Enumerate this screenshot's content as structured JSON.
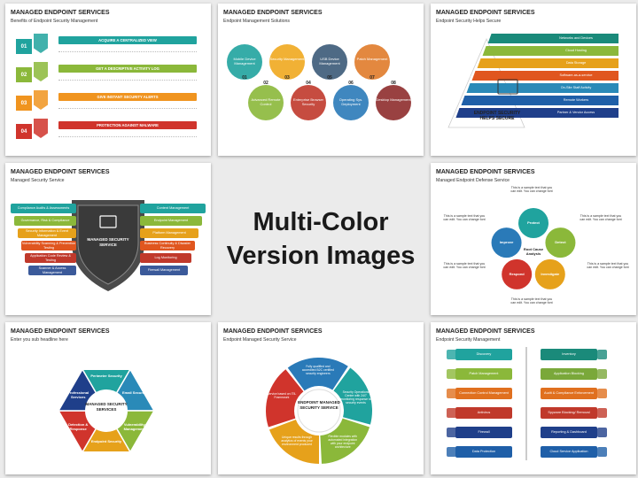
{
  "center": {
    "line1": "Multi-Color",
    "line2": "Version Images"
  },
  "main_title": "MANAGED ENDPOINT SERVICES",
  "c1": {
    "subtitle": "Benefits of Endpoint Security Management",
    "rows": [
      {
        "num": "01",
        "title": "ACQUIRE A CENTRALIZED VIEW",
        "color": "#20a39e"
      },
      {
        "num": "02",
        "title": "GET A DESCRIPTIVE ACTIVITY LOG",
        "color": "#8bb83a"
      },
      {
        "num": "03",
        "title": "GIVE INSTANT SECURITY ALERTS",
        "color": "#f0941f"
      },
      {
        "num": "04",
        "title": "PROTECTION AGAINST MALWARE",
        "color": "#d0342c"
      }
    ]
  },
  "c2": {
    "subtitle": "Endpoint Management Solutions",
    "top": [
      {
        "num": "01",
        "label": "Mobile Device Management",
        "color": "#20a39e"
      },
      {
        "num": "03",
        "label": "Security Management",
        "color": "#f0a81f"
      },
      {
        "num": "05",
        "label": "USB Device Management",
        "color": "#3b5a78"
      },
      {
        "num": "07",
        "label": "Patch Management",
        "color": "#e07b2a"
      }
    ],
    "bottom": [
      {
        "num": "02",
        "label": "Advanced Remote Control",
        "color": "#8bb83a"
      },
      {
        "num": "04",
        "label": "Enterprise Browser Security",
        "color": "#c0392b"
      },
      {
        "num": "06",
        "label": "Operating Sys. Deployment",
        "color": "#2a7ab8"
      },
      {
        "num": "08",
        "label": "Desktop Management",
        "color": "#8e2c2c"
      }
    ]
  },
  "c3": {
    "subtitle": "Endpoint Security Helps Secure",
    "center_label": "ENDPOINT SECURITY HELPS SECURE",
    "items": [
      {
        "num": "01",
        "label": "Networks and Devices",
        "color": "#1a8a7a"
      },
      {
        "num": "02",
        "label": "Cloud Hosting",
        "color": "#8bb83a"
      },
      {
        "num": "03",
        "label": "Data Storage",
        "color": "#e6a11b"
      },
      {
        "num": "04",
        "label": "Software-as-a-service",
        "color": "#e0561f"
      },
      {
        "num": "05",
        "label": "On-Site Staff Activity",
        "color": "#2a8ab8"
      },
      {
        "num": "06",
        "label": "Remote Workers",
        "color": "#1f5fa8"
      },
      {
        "num": "07",
        "label": "Partner & Vendor Access",
        "color": "#1f3f8a"
      }
    ]
  },
  "c4": {
    "subtitle": "Managed Security Service",
    "center_label": "MANAGED SECURITY SERVICE",
    "left": [
      "Compliance Audits & Assessments",
      "Governance, Risk & Compliance",
      "Security Information & Event Management",
      "Vulnerability Scanning & Prevention Testing",
      "Application Code Review & Testing",
      "Scanner & Access Management"
    ],
    "right": [
      "Content Management",
      "Endpoint Management",
      "Platform Management",
      "Business Continuity & Disaster Recovery",
      "Log Monitoring",
      "Firewall Management"
    ],
    "colors": [
      "#20a39e",
      "#8bb83a",
      "#e6a11b",
      "#e0561f",
      "#c0392b",
      "#3b5a9a"
    ]
  },
  "c6": {
    "subtitle": "Managed Endpoint Defense Service",
    "center_label": "Root Cause Analysis",
    "nodes": [
      {
        "label": "Protect",
        "color": "#20a39e"
      },
      {
        "label": "Detect",
        "color": "#8bb83a"
      },
      {
        "label": "Investigate",
        "color": "#e6a11b"
      },
      {
        "label": "Respond",
        "color": "#d0342c"
      },
      {
        "label": "Improve",
        "color": "#2a7ab8"
      }
    ],
    "sample": "This is a sample text that you can edit. You can change font"
  },
  "c7": {
    "subtitle": "Enter you sub headline here",
    "center_label": "MANAGED SECURITY SERVICES",
    "segments": [
      {
        "label": "Perimeter Security",
        "color": "#20a39e"
      },
      {
        "label": "Email Security",
        "color": "#2a8ab8"
      },
      {
        "label": "Vulnerability Management",
        "color": "#8bb83a"
      },
      {
        "label": "Endpoint Security",
        "color": "#e6a11b"
      },
      {
        "label": "Detection & Response",
        "color": "#d0342c"
      },
      {
        "label": "Professional Services",
        "color": "#1f3f8a"
      }
    ]
  },
  "c8": {
    "subtitle": "Endpoint Managed Security Service",
    "center_label": "ENDPOINT MANAGED SECURITY SERVICE",
    "segments": [
      {
        "label": "Fully qualified and accredited B2C certified security engineers",
        "color": "#2a7ab8"
      },
      {
        "label": "Security Operations Centre with 24/7 monitoring response to security events",
        "color": "#20a39e"
      },
      {
        "label": "Flexible modules with automated integration with your endpoint architecture",
        "color": "#8bb83a"
      },
      {
        "label": "Unique results through analytics of events your environment produced",
        "color": "#e6a11b"
      },
      {
        "label": "Service based on ITIL Framework",
        "color": "#d0342c"
      }
    ]
  },
  "c9": {
    "subtitle": "Endpoint Security Management",
    "left": [
      {
        "label": "Discovery",
        "color": "#20a39e"
      },
      {
        "label": "Patch Management",
        "color": "#8bb83a"
      },
      {
        "label": "Connection Control Management",
        "color": "#e0701f"
      },
      {
        "label": "Antivirus",
        "color": "#c0392b"
      },
      {
        "label": "Firewall",
        "color": "#1f3f8a"
      },
      {
        "label": "Data Protection",
        "color": "#1f5fa8"
      }
    ],
    "right": [
      {
        "label": "Inventory",
        "color": "#1a8a7a"
      },
      {
        "label": "Application Blocking",
        "color": "#7aa83a"
      },
      {
        "label": "Audit & Compliance Enforcement",
        "color": "#e0701f"
      },
      {
        "label": "Spyware Blocking/ Removal",
        "color": "#c0392b"
      },
      {
        "label": "Reporting & Dashboard",
        "color": "#1f3f8a"
      },
      {
        "label": "Cloud Service Application",
        "color": "#1f5fa8"
      }
    ]
  }
}
